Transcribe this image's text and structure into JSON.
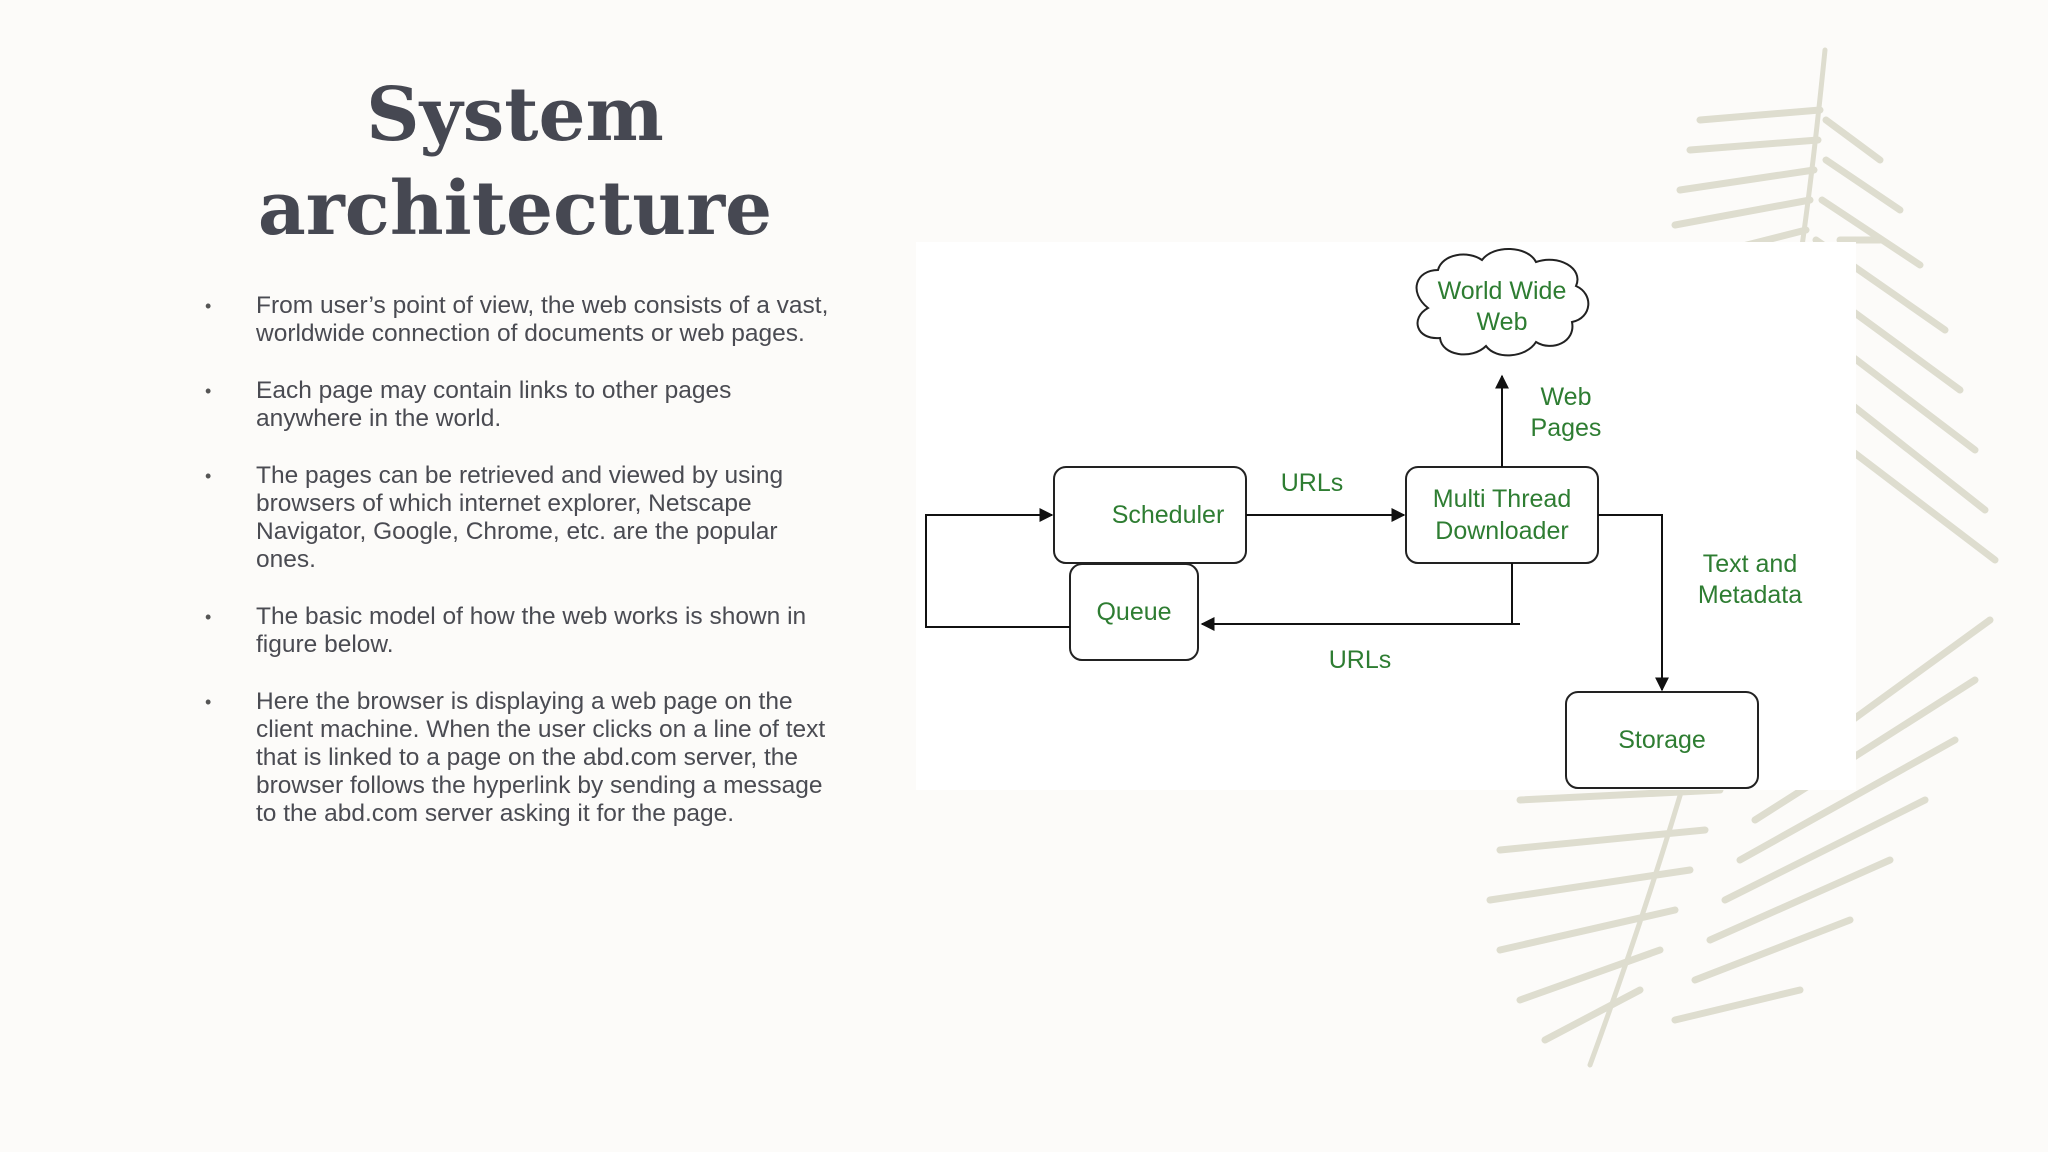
{
  "title": {
    "line1": "System",
    "line2": "architecture"
  },
  "bullets": [
    {
      "text": "From user’s point of view, the web consists of a vast, worldwide connection of documents or web pages."
    },
    {
      "text": "Each page may contain links to other pages anywhere in the world."
    },
    {
      "text": "The pages can be retrieved and viewed by using browsers of which internet explorer, Netscape Navigator, Google, Chrome, etc. are the popular ones."
    },
    {
      "text": "The basic model of how the web works is shown in figure below."
    },
    {
      "text": "Here the browser is displaying a web page on the client machine. When the user clicks on a line of text that is linked to a page on the abd.com server, the browser follows the hyperlink by sending a message to the abd.com server asking it for the page."
    }
  ],
  "bullet_glyph": "•",
  "diagram": {
    "nodes": {
      "www": {
        "line1": "World Wide",
        "line2": "Web"
      },
      "scheduler": "Scheduler",
      "queue": "Queue",
      "downloader": {
        "line1": "Multi Thread",
        "line2": "Downloader"
      },
      "storage": "Storage"
    },
    "edge_labels": {
      "urls_top": "URLs",
      "urls_bottom": "URLs",
      "web_pages": {
        "line1": "Web",
        "line2": "Pages"
      },
      "text_metadata": {
        "line1": "Text and",
        "line2": "Metadata"
      }
    },
    "text_color": "#2e7d32"
  }
}
